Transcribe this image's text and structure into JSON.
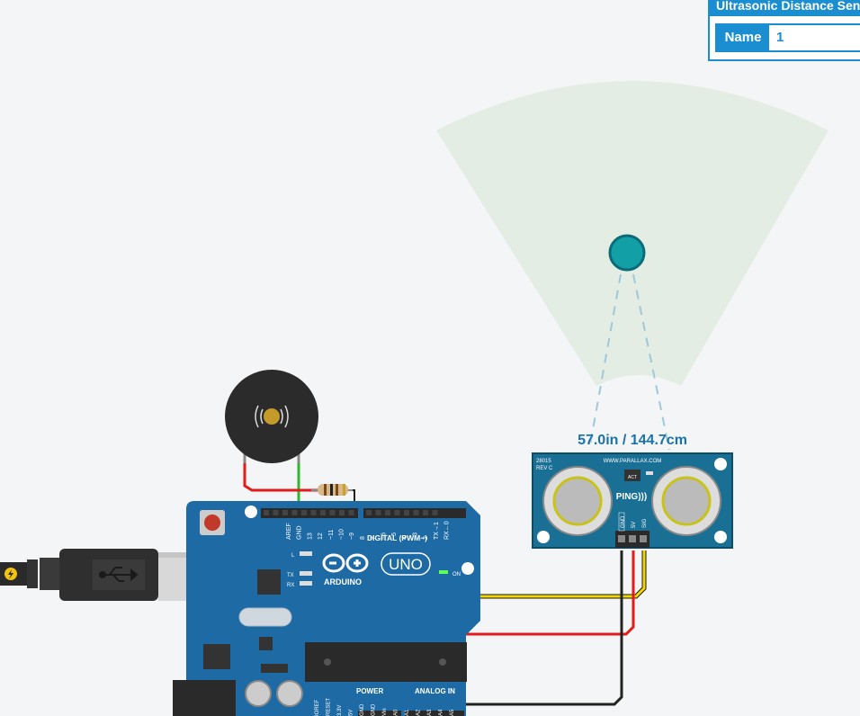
{
  "inspector": {
    "title": "Ultrasonic Distance Sensor",
    "name_label": "Name",
    "name_value": "1"
  },
  "sensor": {
    "distance_readout": "57.0in / 144.7cm",
    "part_number": "28015",
    "revision": "REV C",
    "website": "WWW.PARALLAX.COM",
    "brand": "PING)))",
    "act_label": "ACT",
    "pins": [
      "GND",
      "5V",
      "SIG"
    ]
  },
  "arduino": {
    "brand": "ARDUINO",
    "model": "UNO",
    "digital_header": "DIGITAL (PWM~)",
    "power_header": "POWER",
    "analog_header": "ANALOG IN",
    "top_pins": [
      "AREF",
      "GND",
      "13",
      "12",
      "~11",
      "~10",
      "~9",
      "8",
      "7",
      "~6",
      "~5",
      "4",
      "~3",
      "2",
      "TX→1",
      "RX←0"
    ],
    "bottom_pins": [
      "IOREF",
      "RESET",
      "3.3V",
      "5V",
      "GND",
      "GND",
      "Vin",
      "A0",
      "A1",
      "A2",
      "A3",
      "A4",
      "A5"
    ],
    "led_labels": [
      "L",
      "TX",
      "RX",
      "ON"
    ]
  },
  "colors": {
    "board": "#1d6aa5",
    "sensor_board": "#1a6f95",
    "wire_yellow": "#f1d600",
    "wire_red": "#e21b1b",
    "wire_black": "#222222",
    "wire_green": "#2fb82f",
    "field_of_view": "#e3ede4",
    "target": "#12a0a6",
    "accent": "#1a8ed1"
  },
  "icons": [
    "usb-icon",
    "lightning-icon",
    "infinity-logo-icon",
    "sound-wave-icon"
  ]
}
